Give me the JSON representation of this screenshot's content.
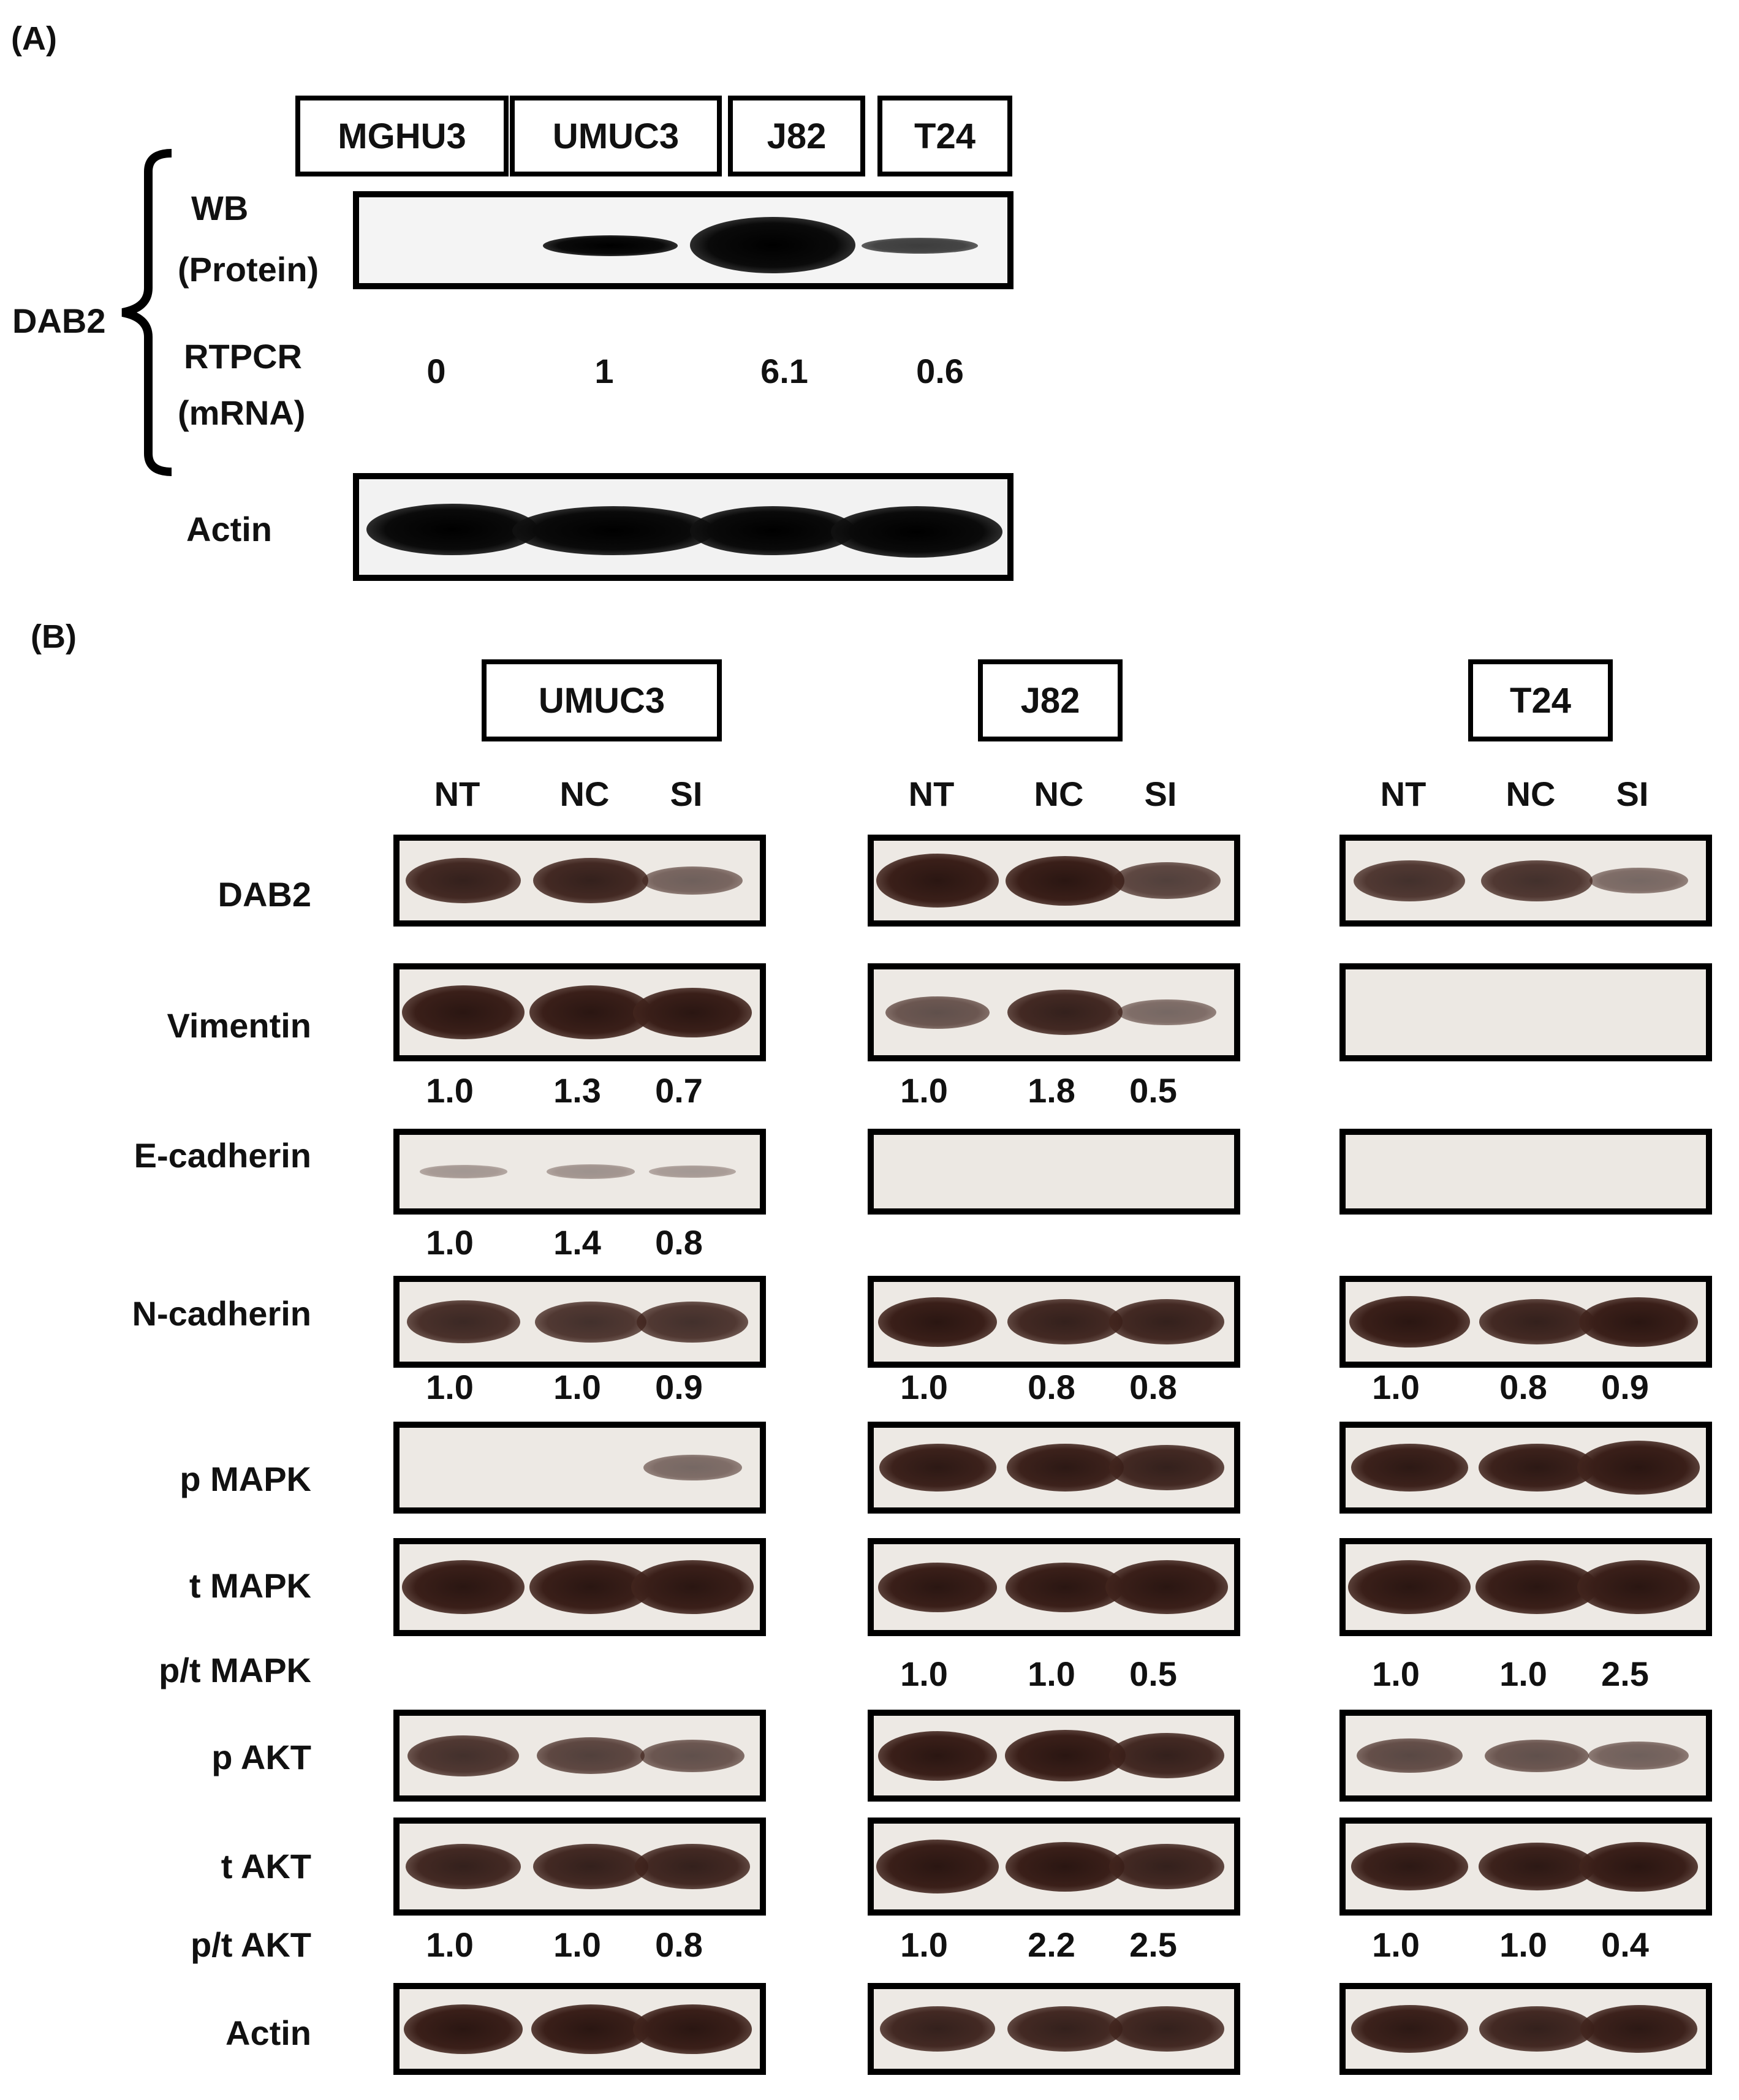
{
  "panel_a": {
    "label": "(A)",
    "cell_lines": [
      "MGHU3",
      "UMUC3",
      "J82",
      "T24"
    ],
    "dab2_label": "DAB2",
    "wb_label_1": "WB",
    "wb_label_2": "(Protein)",
    "rtpcr_label_1": "RTPCR",
    "rtpcr_label_2": "(mRNA)",
    "rtpcr_values": [
      "0",
      "1",
      "6.1",
      "0.6"
    ],
    "actin_label": "Actin"
  },
  "panel_b": {
    "label": "(B)",
    "groups": [
      {
        "name": "UMUC3",
        "lanes": [
          "NT",
          "NC",
          "SI"
        ],
        "vimentin_values": [
          "1.0",
          "1.3",
          "0.7"
        ],
        "ecadherin_values": [
          "1.0",
          "1.4",
          "0.8"
        ],
        "ncadherin_values": [
          "1.0",
          "1.0",
          "0.9"
        ],
        "pt_mapk_values": [],
        "pt_akt_values": [
          "1.0",
          "1.0",
          "0.8"
        ]
      },
      {
        "name": "J82",
        "lanes": [
          "NT",
          "NC",
          "SI"
        ],
        "vimentin_values": [
          "1.0",
          "1.8",
          "0.5"
        ],
        "ecadherin_values": [],
        "ncadherin_values": [
          "1.0",
          "0.8",
          "0.8"
        ],
        "pt_mapk_values": [
          "1.0",
          "1.0",
          "0.5"
        ],
        "pt_akt_values": [
          "1.0",
          "2.2",
          "2.5"
        ]
      },
      {
        "name": "T24",
        "lanes": [
          "NT",
          "NC",
          "SI"
        ],
        "vimentin_values": [],
        "ecadherin_values": [],
        "ncadherin_values": [
          "1.0",
          "0.8",
          "0.9"
        ],
        "pt_mapk_values": [
          "1.0",
          "1.0",
          "2.5"
        ],
        "pt_akt_values": [
          "1.0",
          "1.0",
          "0.4"
        ]
      }
    ],
    "row_labels": {
      "dab2": "DAB2",
      "vimentin": "Vimentin",
      "ecadherin": "E-cadherin",
      "ncadherin": "N-cadherin",
      "p_mapk": "p MAPK",
      "t_mapk": "t MAPK",
      "pt_mapk": "p/t MAPK",
      "p_akt": "p AKT",
      "t_akt": "t AKT",
      "pt_akt": "p/t AKT",
      "actin": "Actin"
    },
    "band_intensity": {
      "comment_free": true,
      "dab2": [
        [
          0.8,
          0.8,
          0.4
        ],
        [
          1.0,
          0.9,
          0.6
        ],
        [
          0.7,
          0.7,
          0.35
        ]
      ],
      "vimentin": [
        [
          1.0,
          1.0,
          0.9
        ],
        [
          0.5,
          0.8,
          0.35
        ],
        [
          0,
          0,
          0
        ]
      ],
      "ecadherin": [
        [
          0.05,
          0.08,
          0.04
        ],
        [
          0,
          0,
          0
        ],
        [
          0,
          0,
          0
        ]
      ],
      "ncadherin": [
        [
          0.75,
          0.7,
          0.7
        ],
        [
          0.9,
          0.8,
          0.8
        ],
        [
          0.95,
          0.8,
          0.9
        ]
      ],
      "p_mapk": [
        [
          0,
          0,
          0.35
        ],
        [
          0.85,
          0.85,
          0.8
        ],
        [
          0.85,
          0.85,
          1.0
        ]
      ],
      "t_mapk": [
        [
          1.0,
          1.0,
          1.0
        ],
        [
          0.9,
          0.9,
          1.0
        ],
        [
          1.0,
          1.0,
          1.0
        ]
      ],
      "p_akt": [
        [
          0.7,
          0.6,
          0.5
        ],
        [
          0.9,
          0.95,
          0.8
        ],
        [
          0.55,
          0.5,
          0.4
        ]
      ],
      "t_akt": [
        [
          0.8,
          0.8,
          0.8
        ],
        [
          1.0,
          0.9,
          0.8
        ],
        [
          0.85,
          0.85,
          0.9
        ]
      ],
      "actin": [
        [
          0.9,
          0.9,
          0.9
        ],
        [
          0.8,
          0.8,
          0.8
        ],
        [
          0.85,
          0.8,
          0.85
        ]
      ]
    }
  }
}
